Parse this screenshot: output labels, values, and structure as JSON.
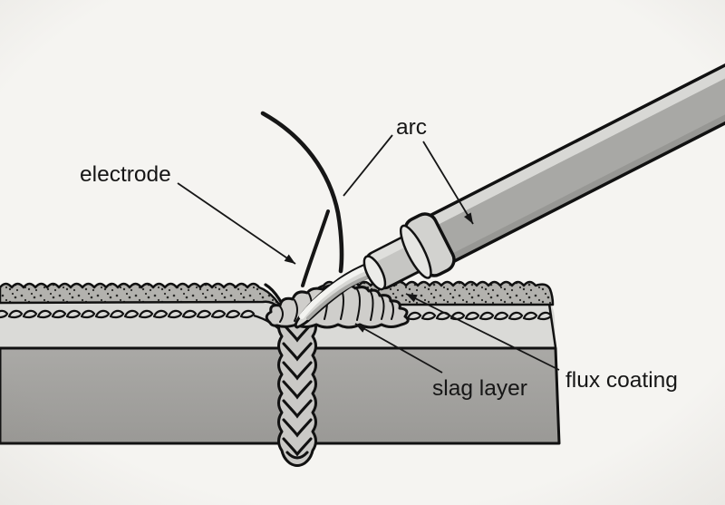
{
  "figure": {
    "type": "technical-diagram",
    "subject": "shielded metal arc welding cross-section"
  },
  "labels": {
    "electrode": "electrode",
    "arc": "arc",
    "slag_layer": "slag layer",
    "flux_coating": "flux coating"
  },
  "colors": {
    "background": "#f5f4f1",
    "ink": "#161616",
    "outline": "#111111",
    "rod_body": "#a8a8a5",
    "rod_highlight": "#d8d8d5",
    "rod_shadow": "#979794",
    "collar": "#d2d2cf",
    "collar_face": "#e6e6e3",
    "tube": "#c6c6c3",
    "tube_highlight": "#dfdfdc",
    "tube_face": "#ecece9",
    "core": "#d7d7d4",
    "core_highlight": "#f3f3f0",
    "core_shade": "#a9a9a6",
    "flux_layer": "#b3b2ae",
    "flux_dot": "#2a2a28",
    "slag_band": "#dadad7",
    "slab_top": "#aaa9a6",
    "slab_bottom": "#9a9996",
    "weld_bead": "#cac9c6",
    "slag_lumps": "#cfcecb"
  }
}
